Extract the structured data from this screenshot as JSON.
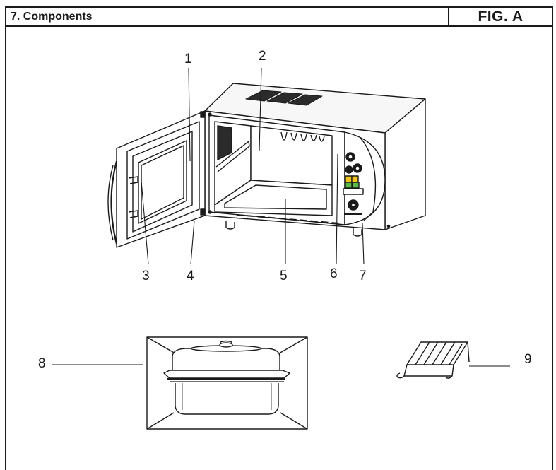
{
  "header": {
    "section_title": "7. Components",
    "figure_label": "FIG. A"
  },
  "callouts": [
    "1",
    "2",
    "3",
    "4",
    "5",
    "6",
    "7",
    "8",
    "9"
  ],
  "colors": {
    "line": "#1a1a1a",
    "panel_green": "#58b947",
    "panel_yellow": "#f2c31b"
  }
}
